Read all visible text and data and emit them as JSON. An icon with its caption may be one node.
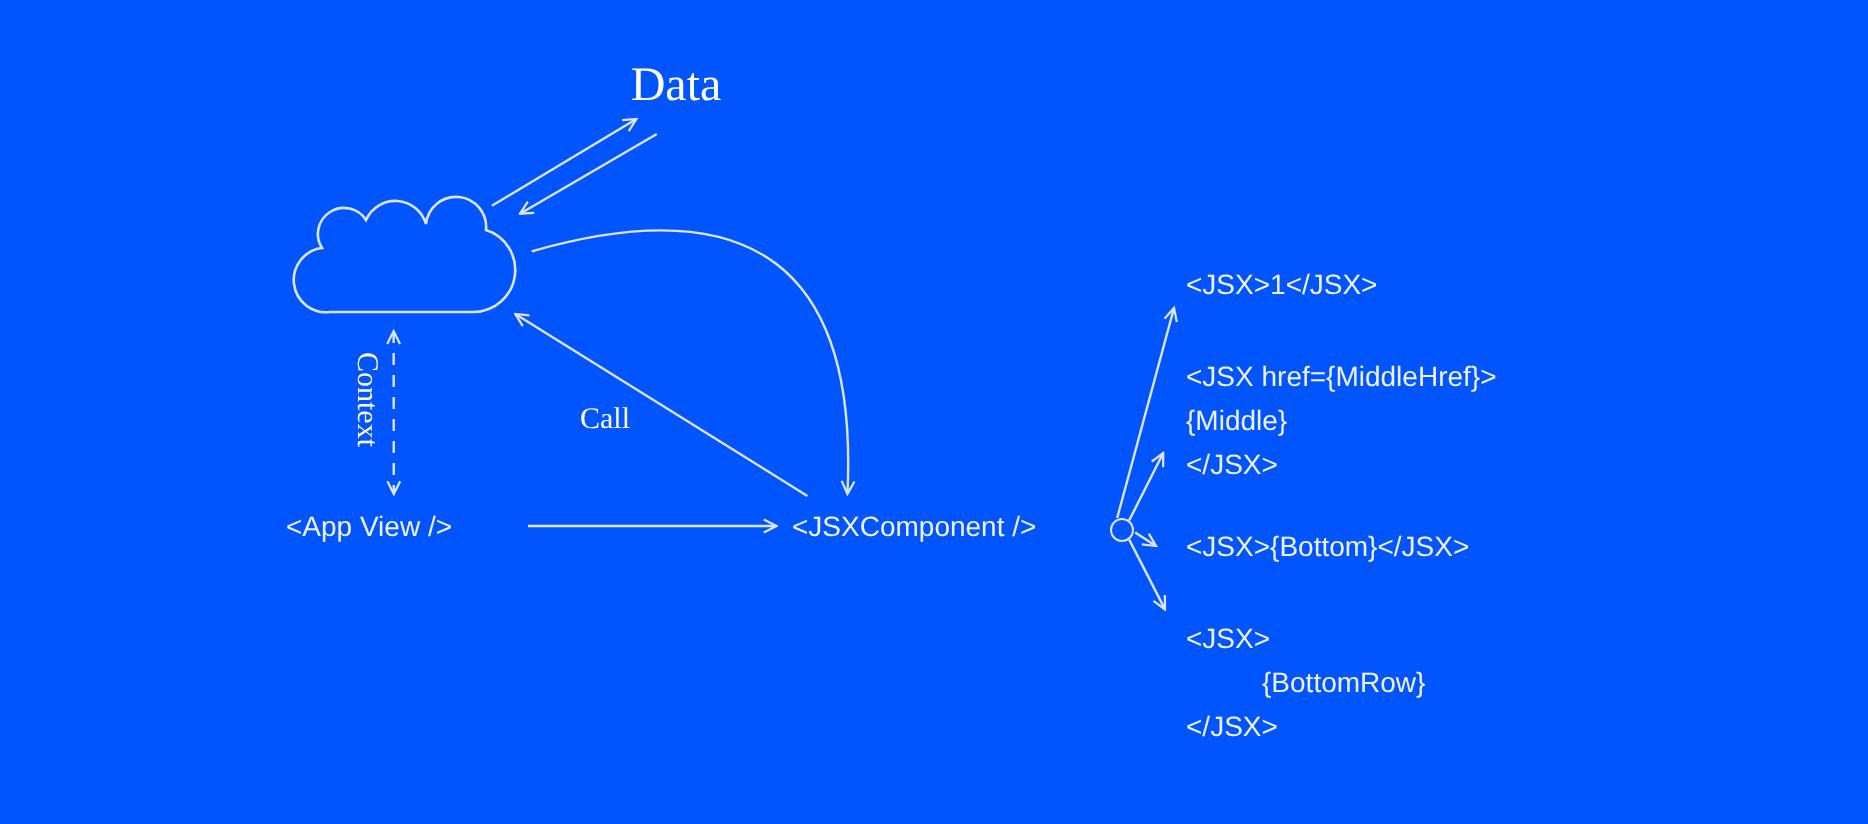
{
  "diagram": {
    "nodes": [
      {
        "text": [
          "Data"
        ]
      },
      {
        "text": [],
        "shape": "cloud"
      },
      {
        "text": [
          "<App View />"
        ]
      },
      {
        "text": [
          "<JSXComponent />"
        ]
      },
      {
        "text": [],
        "shape": "circle"
      },
      {
        "text": [
          "<JSX>1</JSX>"
        ]
      },
      {
        "text": [
          "<JSX href={MiddleHref}>",
          "{Middle}",
          "</JSX>"
        ]
      },
      {
        "text": [
          "<JSX>{Bottom}</JSX>"
        ]
      },
      {
        "text": [
          "<JSX>",
          "{BottomRow}",
          "</JSX>"
        ]
      }
    ],
    "edges": [
      {
        "from": 1,
        "to": 0,
        "arrow": "to"
      },
      {
        "from": 0,
        "to": 1,
        "arrow": "to"
      },
      {
        "from": 1,
        "to": 3,
        "arrow": "to"
      },
      {
        "from": 3,
        "to": 1,
        "arrow": "to",
        "label": "Call"
      },
      {
        "from": 1,
        "to": 2,
        "arrow": "both",
        "style": "dashed",
        "label": "Context"
      },
      {
        "from": 2,
        "to": 3,
        "arrow": "to"
      },
      {
        "from": 4,
        "to": 5,
        "arrow": "to"
      },
      {
        "from": 4,
        "to": 6,
        "arrow": "to"
      },
      {
        "from": 4,
        "to": 7,
        "arrow": "to"
      },
      {
        "from": 4,
        "to": 8,
        "arrow": "to"
      }
    ]
  }
}
